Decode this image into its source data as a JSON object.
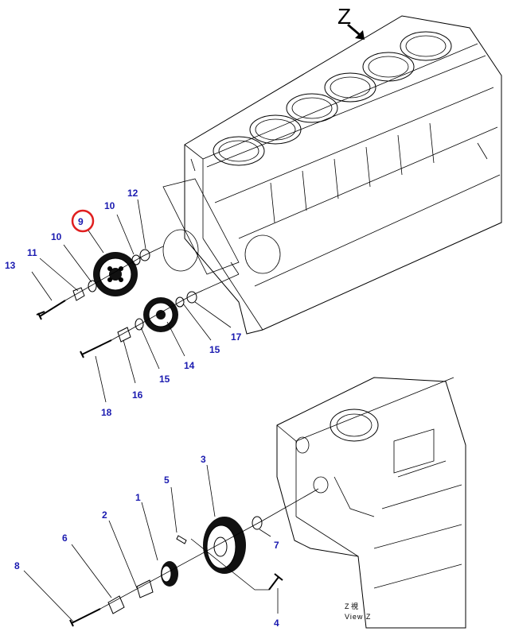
{
  "view_marker": "Z",
  "view_caption": {
    "jp": "Z 視",
    "en": "View Z"
  },
  "callouts": {
    "c1": "1",
    "c2": "2",
    "c3": "3",
    "c4": "4",
    "c5": "5",
    "c6": "6",
    "c7": "7",
    "c8": "8",
    "c9": "9",
    "c10a": "10",
    "c10b": "10",
    "c11": "11",
    "c12": "12",
    "c13": "13",
    "c14": "14",
    "c15a": "15",
    "c15b": "15",
    "c16": "16",
    "c17": "17",
    "c18": "18"
  },
  "colors": {
    "callout": "#1a1ab0",
    "highlight": "#e02020",
    "ink": "#000000"
  },
  "highlighted_callout": "9"
}
